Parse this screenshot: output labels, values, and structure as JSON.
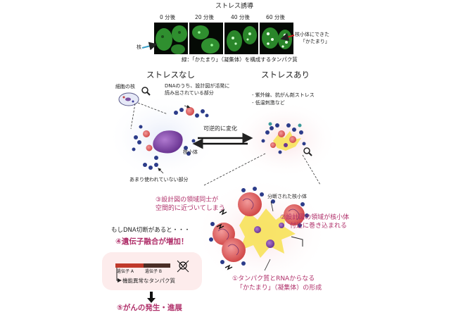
{
  "microscopy": {
    "title": "ストレス誘導",
    "time_labels": [
      "0 分後",
      "20 分後",
      "40 分後",
      "60 分後"
    ],
    "nucleus_label": "核",
    "body_label_line1": "核小体にできた",
    "body_label_line2": "「かたまり」",
    "caption": "緑：「かたまり」（凝集体）を構成するタンパク質"
  },
  "states": {
    "no_stress": "ストレスなし",
    "stress": "ストレスあり",
    "reversible": "可逆的に変化"
  },
  "left": {
    "cell_nucleus": "細胞の核",
    "active_dna_line1": "DNAのうち、設計図が活発に",
    "active_dna_line2": "読み出されている部分",
    "nucleolus": "核小体",
    "unused": "あまり使われていない部分"
  },
  "right": {
    "stress1": "- 紫外線、抗がん剤ストレス",
    "stress2": "- 低温刺激など"
  },
  "bottom": {
    "step3_line1": "③設計図の領域同士が",
    "step3_line2": "空間的に近づいてしまう",
    "fragmented": "分断された核小体",
    "step2_line1": "②設計図の領域が核小体",
    "step2_line2": "付近に巻き込まれる",
    "if_break": "もしDNA切断があると・・・",
    "step4": "④遺伝子融合が増加！",
    "gene_a": "遺伝子 A",
    "gene_b": "遺伝子 B",
    "abnormal_protein": "機能異常なタンパク質",
    "step1_line1": "①タンパク質とRNAからなる",
    "step1_line2": "「かたまり」（凝集体）の形成",
    "step5": "⑤がんの発生・進展"
  },
  "colors": {
    "accent": "#b0306a",
    "gene_a": "#c0392b",
    "gene_b": "#4a2e26",
    "green": "#3fbf3f"
  }
}
